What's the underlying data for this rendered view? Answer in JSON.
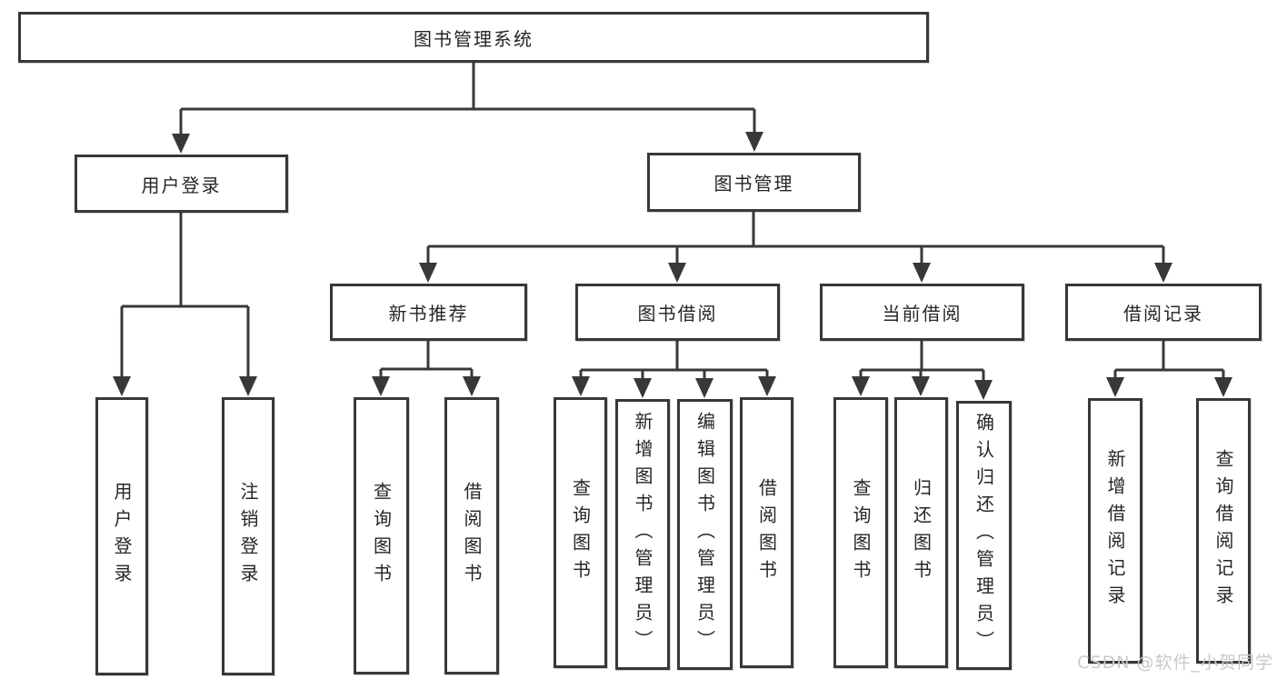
{
  "diagram": {
    "root": {
      "label": "图书管理系统"
    },
    "branches": [
      {
        "label": "用户登录",
        "children": [
          {
            "label": "用户登录"
          },
          {
            "label": "注销登录"
          }
        ]
      },
      {
        "label": "图书管理",
        "children": [
          {
            "label": "新书推荐",
            "children": [
              {
                "label": "查询图书"
              },
              {
                "label": "借阅图书"
              }
            ]
          },
          {
            "label": "图书借阅",
            "children": [
              {
                "label": "查询图书"
              },
              {
                "label": "新增图书（管理员）"
              },
              {
                "label": "编辑图书（管理员）"
              },
              {
                "label": "借阅图书"
              }
            ]
          },
          {
            "label": "当前借阅",
            "children": [
              {
                "label": "查询图书"
              },
              {
                "label": "归还图书"
              },
              {
                "label": "确认归还（管理员）"
              }
            ]
          },
          {
            "label": "借阅记录",
            "children": [
              {
                "label": "新增借阅记录"
              },
              {
                "label": "查询借阅记录"
              }
            ]
          }
        ]
      }
    ]
  },
  "watermark": {
    "text": "CSDN @软件_小贺同学"
  },
  "colors": {
    "line": "#383838",
    "text": "#262626",
    "box_background": "#ffffff",
    "background": "#ffffff",
    "watermark": "#c9c9c9"
  }
}
